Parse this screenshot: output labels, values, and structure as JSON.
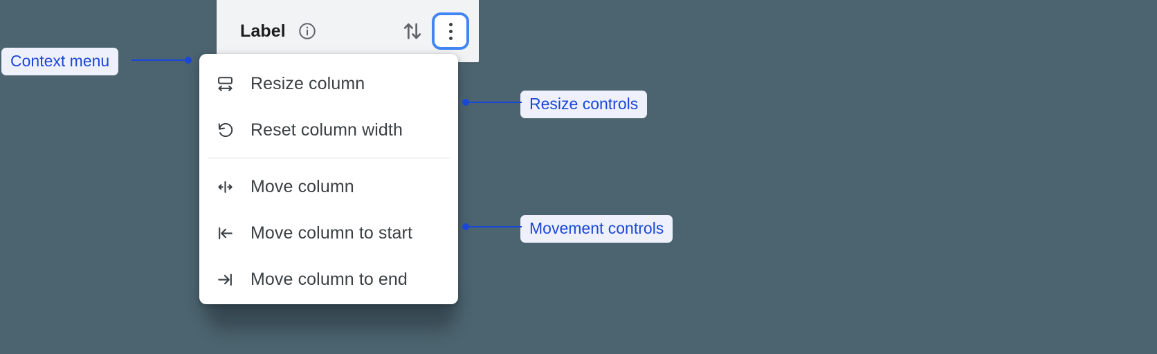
{
  "background_color": "#4c646f",
  "accent_color": "#1a47d8",
  "focus_ring_color": "#4285f4",
  "header": {
    "label": "Label",
    "info_icon": "info-circle-icon",
    "sort_icon": "sort-up-down-icon",
    "menu_button_icon": "kebab-vertical-icon",
    "background_color": "#f1f3f4"
  },
  "context_menu": {
    "groups": [
      {
        "name": "resize",
        "items": [
          {
            "label": "Resize column",
            "icon": "resize-column-icon"
          },
          {
            "label": "Reset column width",
            "icon": "reset-rotate-ccw-icon"
          }
        ]
      },
      {
        "name": "movement",
        "items": [
          {
            "label": "Move column",
            "icon": "move-column-icon"
          },
          {
            "label": "Move column to start",
            "icon": "move-to-start-icon"
          },
          {
            "label": "Move column to end",
            "icon": "move-to-end-icon"
          }
        ]
      }
    ]
  },
  "annotations": [
    {
      "id": "context",
      "label": "Context menu"
    },
    {
      "id": "resize",
      "label": "Resize controls"
    },
    {
      "id": "movement",
      "label": "Movement controls"
    }
  ]
}
